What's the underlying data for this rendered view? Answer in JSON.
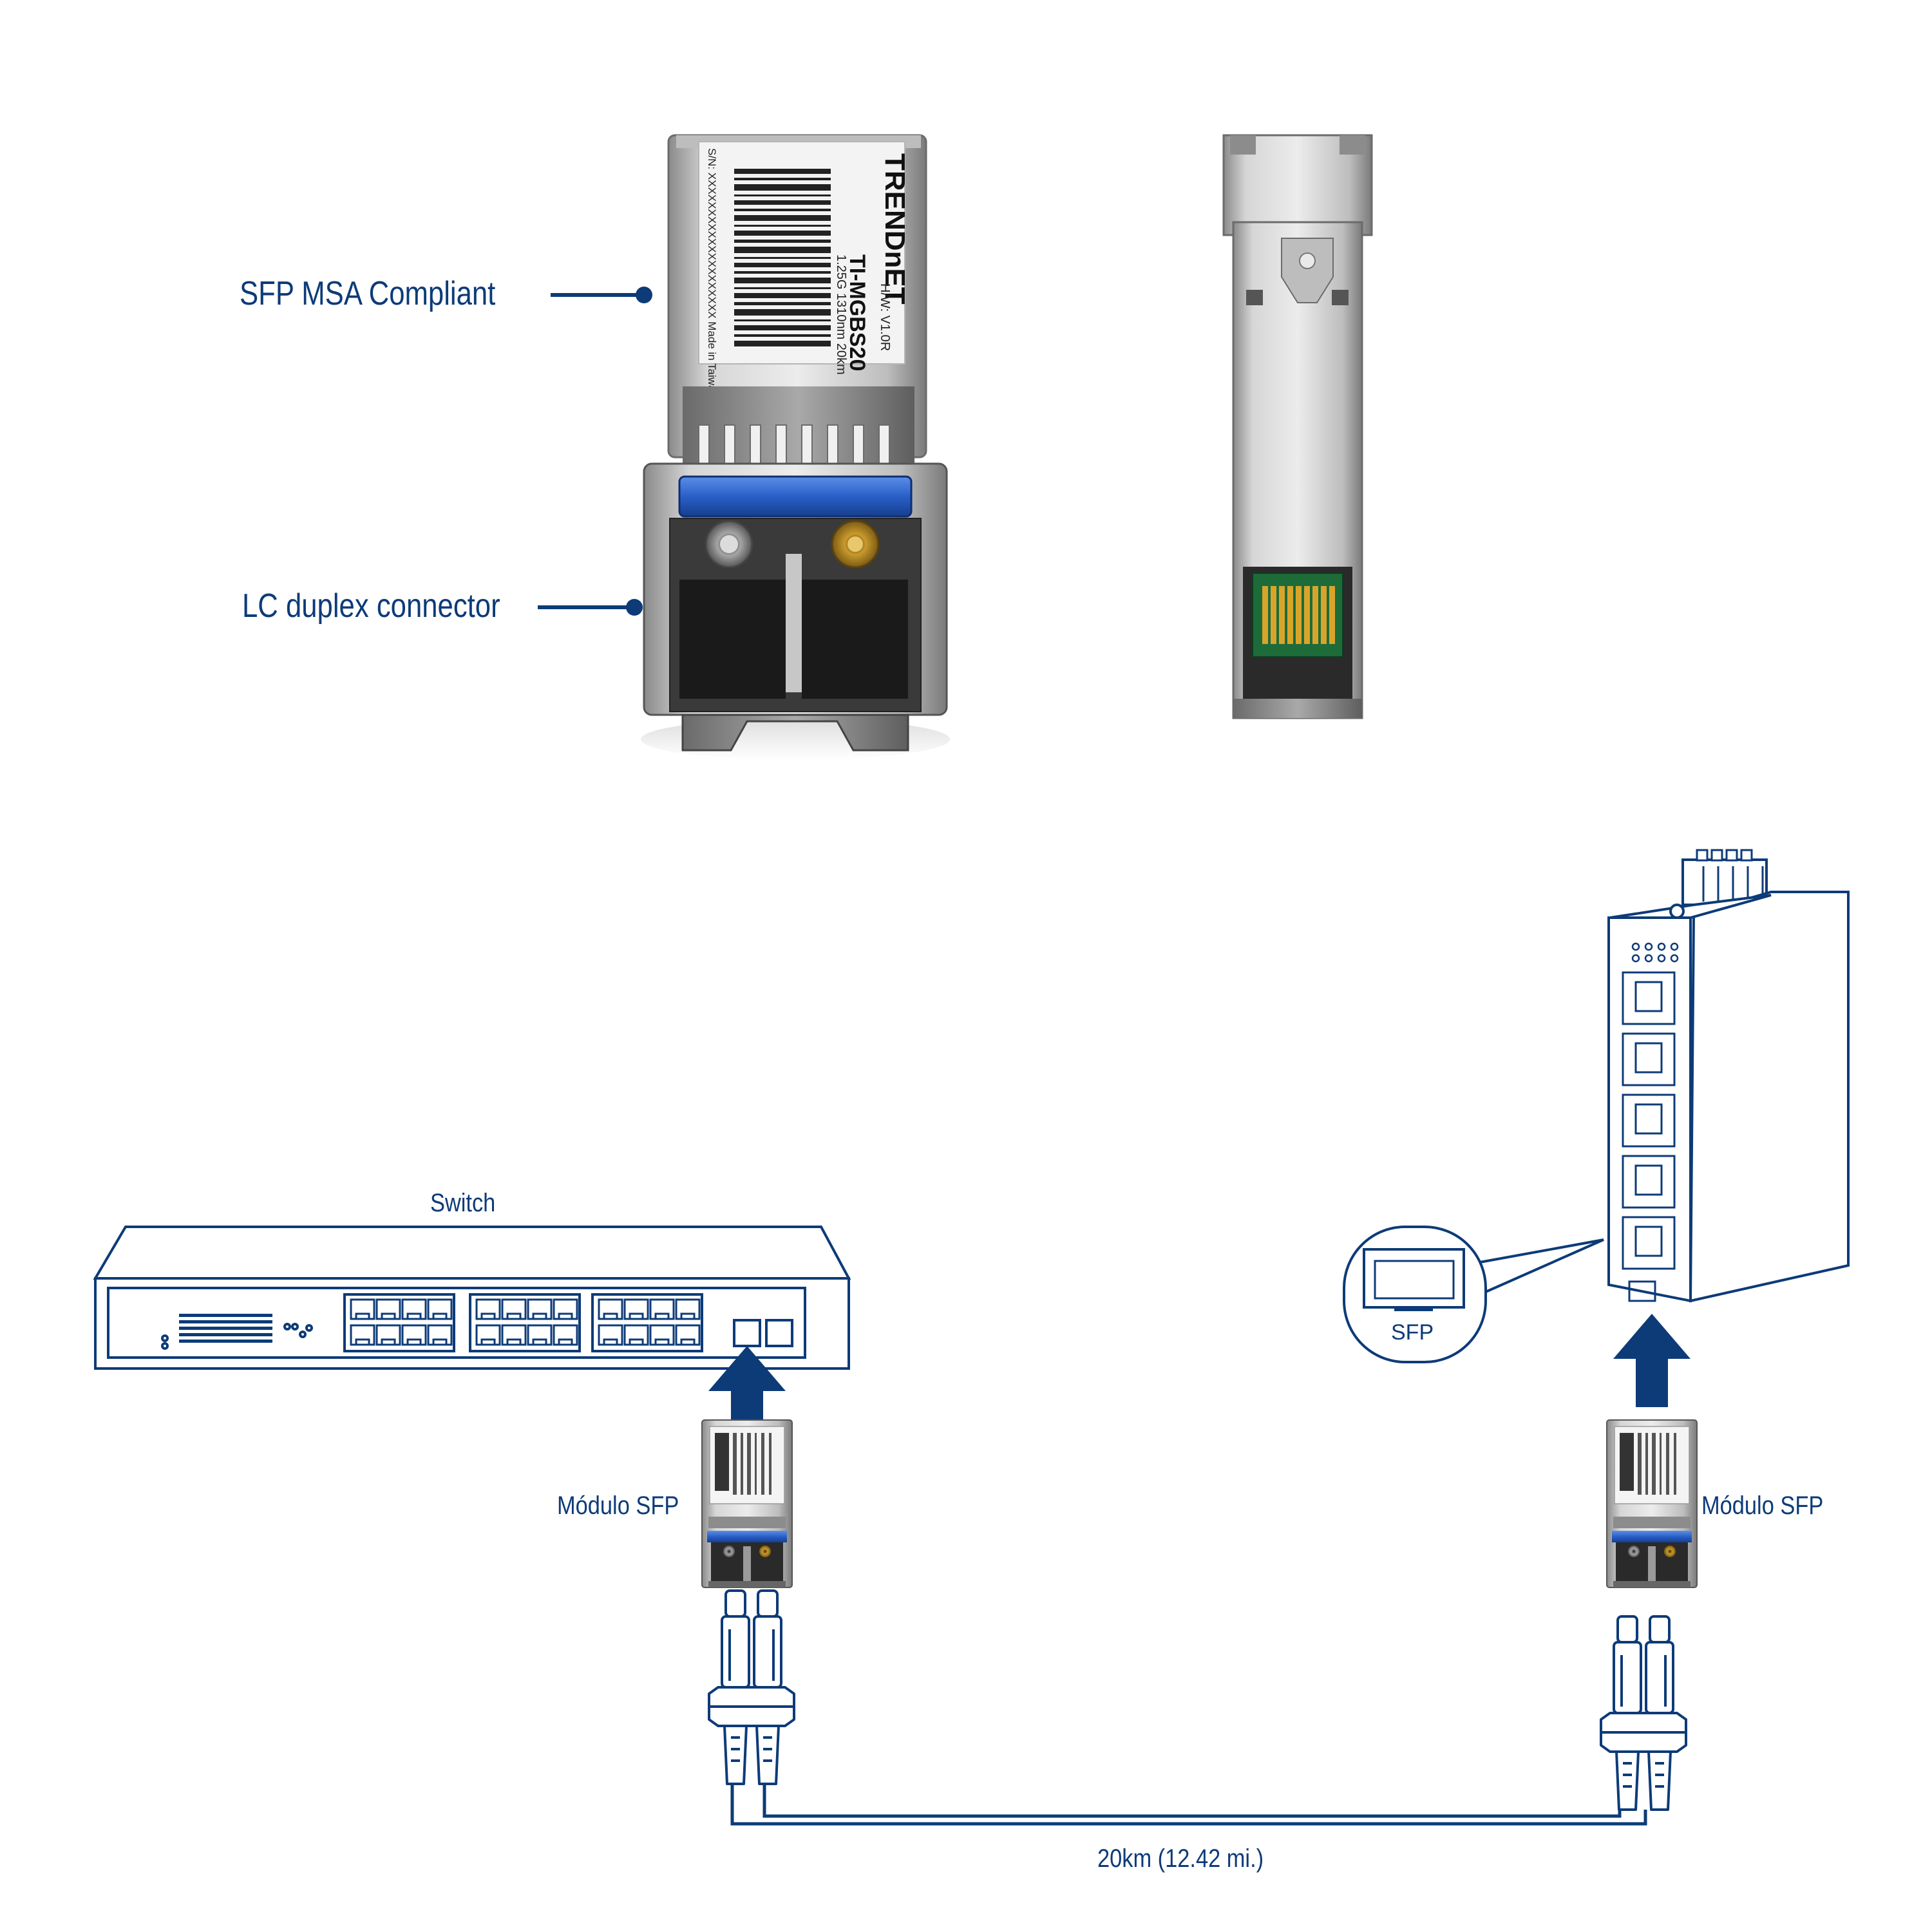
{
  "colors": {
    "navy": "#0d3b78",
    "metal_light": "#e2e2e2",
    "metal_dark": "#7d7d7d",
    "latch_blue": "#2a5fc8",
    "pcb_green": "#1e6b3a",
    "gold": "#d8a52a"
  },
  "product": {
    "brand": "TRENDnET",
    "model": "TI-MGBS20",
    "spec": "1.25G  1310nm 20km",
    "hw": "H/W: V1.0R",
    "serial": "S/N: XXXXXXXXXXXXXXXXXXXX Made in Taiwan"
  },
  "callouts": {
    "msa": "SFP MSA Compliant",
    "connector": "LC duplex connector"
  },
  "diagram": {
    "switch_label": "Switch",
    "module_label_left": "Módulo SFP",
    "module_label_right": "Módulo SFP",
    "sfp_port_label": "SFP",
    "distance_label": "20km (12.42 mi.)"
  }
}
